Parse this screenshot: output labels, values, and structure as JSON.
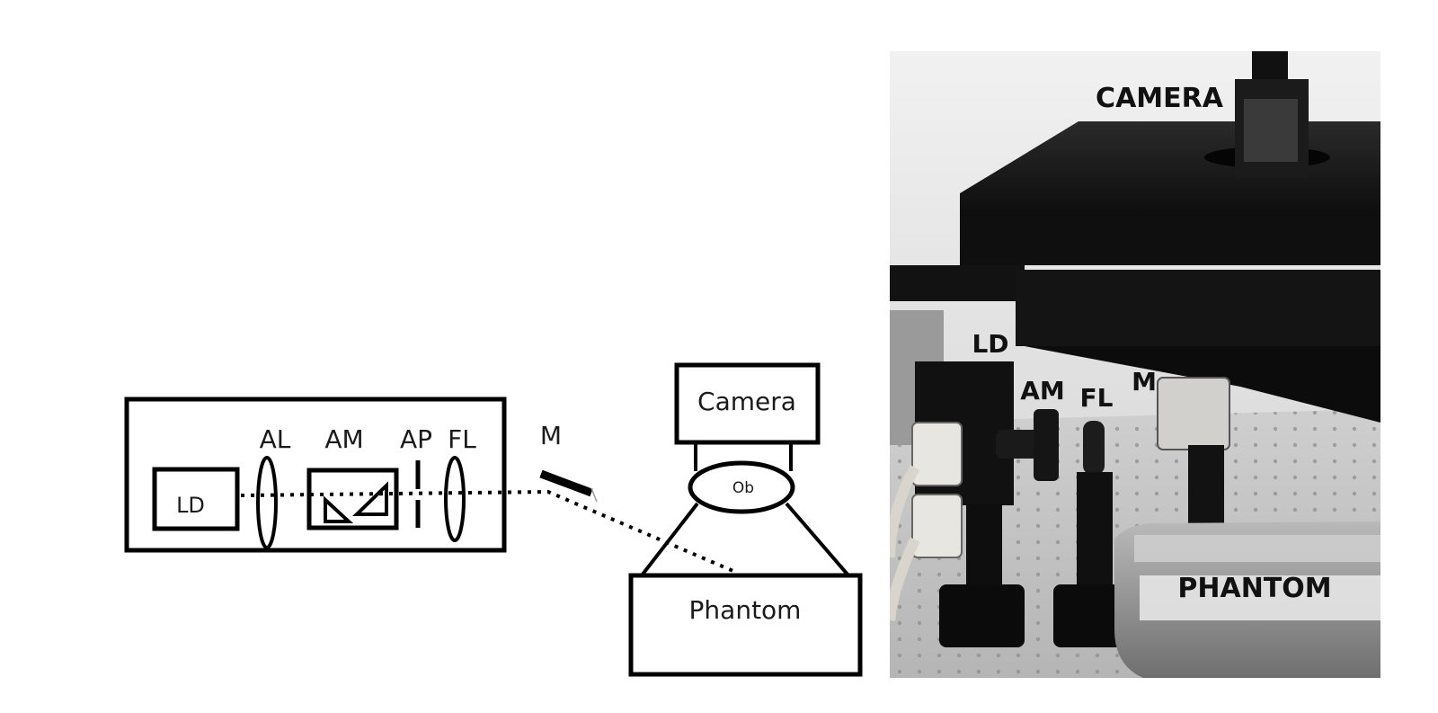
{
  "schematic": {
    "labels": {
      "ld": "LD",
      "al": "AL",
      "am": "AM",
      "ap": "AP",
      "fl": "FL",
      "m": "M",
      "camera": "Camera",
      "ob": "Ob",
      "phantom": "Phantom"
    }
  },
  "photo": {
    "labels": {
      "camera": "CAMERA",
      "ld": "LD",
      "am": "AM",
      "fl": "FL",
      "m": "M",
      "phantom": "PHANTOM"
    },
    "colors": {
      "wall": "#e9e9e9",
      "table": "#c9c9c9",
      "hardware": "#161616",
      "phantom_tray": "#8f8f8f"
    }
  }
}
